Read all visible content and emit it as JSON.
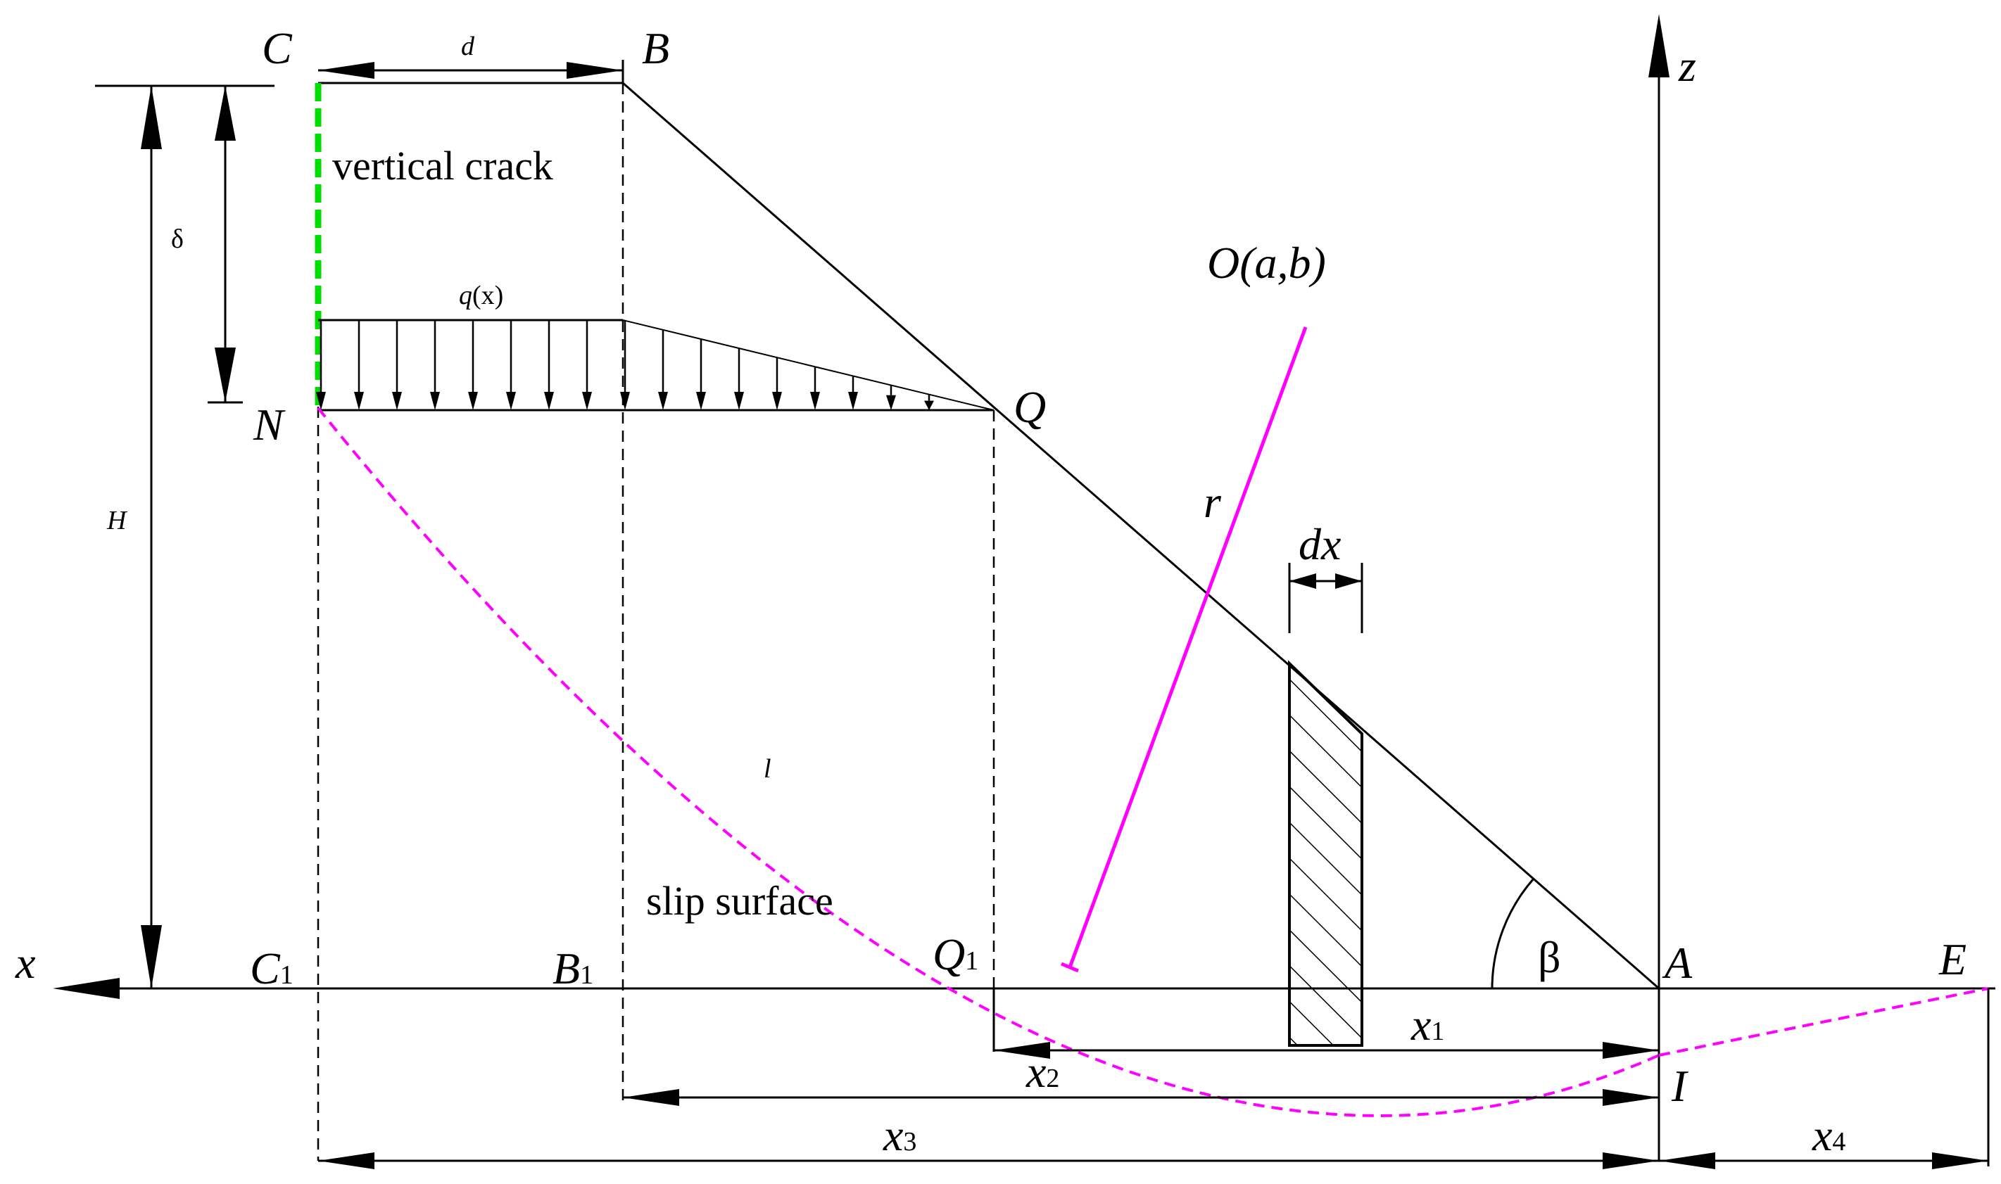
{
  "colors": {
    "line": "#000000",
    "slip_surface": "#ff00ff",
    "radius_line": "#ff00ff",
    "vertical_crack": "#00dd00",
    "background": "#ffffff"
  },
  "labels": {
    "point_c": "C",
    "point_b": "B",
    "point_n": "N",
    "point_q": "Q",
    "point_a": "A",
    "point_e": "E",
    "point_i": "I",
    "point_c1_base": "C",
    "point_c1_sub": "1",
    "point_b1_base": "B",
    "point_b1_sub": "1",
    "point_q1_base": "Q",
    "point_q1_sub": "1",
    "axis_x": "x",
    "axis_z": "z",
    "center": "O(a,b)",
    "radius": "r",
    "width_d": "d",
    "delta": "δ",
    "height": "H",
    "load_base": "q",
    "load_arg": "(x)",
    "strip_width": "dx",
    "slip_curve": "l",
    "angle": "β",
    "vertical_crack_text": "vertical crack",
    "slip_surface_text": "slip surface",
    "x1_base": "x",
    "x1_sub": "1",
    "x2_base": "x",
    "x2_sub": "2",
    "x3_base": "x",
    "x3_sub": "3",
    "x4_base": "x",
    "x4_sub": "4"
  }
}
